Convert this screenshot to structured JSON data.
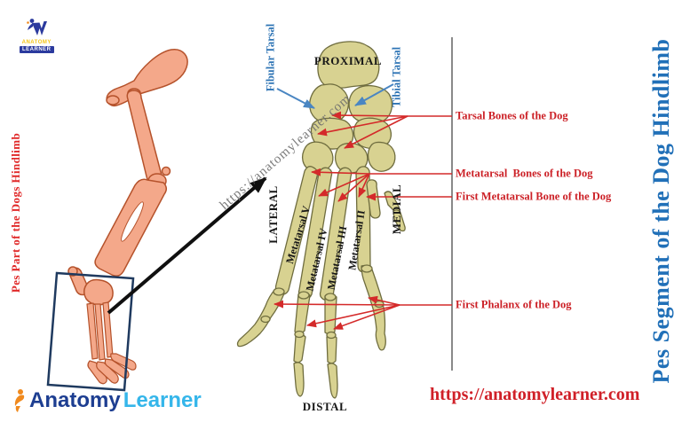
{
  "titles": {
    "left_vertical": "Pes Part of the Dogs Hindlimb",
    "right_vertical": "Pes Segment of the Dog Hindlimb"
  },
  "brand": {
    "top_logo": {
      "word1": "ANATOMY",
      "word2": "LEARNER"
    },
    "bottom_logo": {
      "word1": "Anatomy",
      "word2": "Learner"
    },
    "footer_url": "https://anatomylearner.com",
    "watermark": "https://anatomylearner.com"
  },
  "diagram": {
    "orientation": {
      "top": "PROXIMAL",
      "bottom": "DISTAL",
      "left": "LATERAL",
      "right": "MEDIAL"
    },
    "tarsal_labels": {
      "fibular": "Fibular Tarsal",
      "tibial": "Tibial Tarsal"
    },
    "metatarsal_labels": {
      "v": "Metatarsal V",
      "iv": "Metatarsal IV",
      "iii": "Metatarsal III",
      "ii": "Metatarsal II"
    }
  },
  "annotations": [
    {
      "label": "Tarsal Bones of the Dog"
    },
    {
      "label": "Metatarsal  Bones of the Dog"
    },
    {
      "label": "First Metatarsal Bone of the Dog"
    },
    {
      "label": "First Phalanx of the Dog"
    }
  ],
  "colors": {
    "annotation_red": "#cc2127",
    "leader_red": "#d42a2a",
    "label_blue": "#2e74b5",
    "title_blue": "#2170b8",
    "title_red": "#e02929",
    "url_red": "#d02028",
    "bone_fill": "#d8d291",
    "bone_outline": "#6f6d3f",
    "limb_fill": "#f4a88a",
    "limb_outline": "#b5522b",
    "highlight_box_blue": "#1f3a5f"
  }
}
